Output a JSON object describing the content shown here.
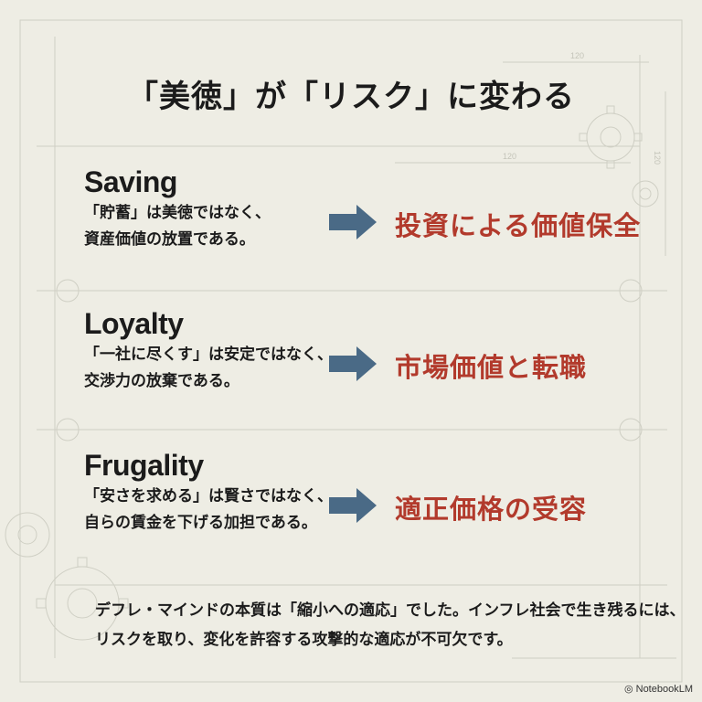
{
  "title": "「美徳」が「リスク」に変わる",
  "rows": [
    {
      "heading": "Saving",
      "line1": "「貯蓄」は美徳ではなく、",
      "line2": "資産価値の放置である。",
      "result": "投資による価値保全"
    },
    {
      "heading": "Loyalty",
      "line1": "「一社に尽くす」は安定ではなく、",
      "line2": "交渉力の放棄である。",
      "result": "市場価値と転職"
    },
    {
      "heading": "Frugality",
      "line1": "「安さを求める」は賢さではなく、",
      "line2": "自らの賃金を下げる加担である。",
      "result": "適正価格の受容"
    }
  ],
  "footer": {
    "line1": "デフレ・マインドの本質は「縮小への適応」でした。インフレ社会で生き残るには、",
    "line2": "リスクを取り、変化を許容する攻撃的な適応が不可欠です。"
  },
  "dimensions": [
    "120",
    "120",
    "120"
  ],
  "brand": "NotebookLM",
  "colors": {
    "background": "#eeede4",
    "accent": "#b23a2c",
    "arrow": "#4a6a86",
    "text": "#1b1b1b"
  }
}
